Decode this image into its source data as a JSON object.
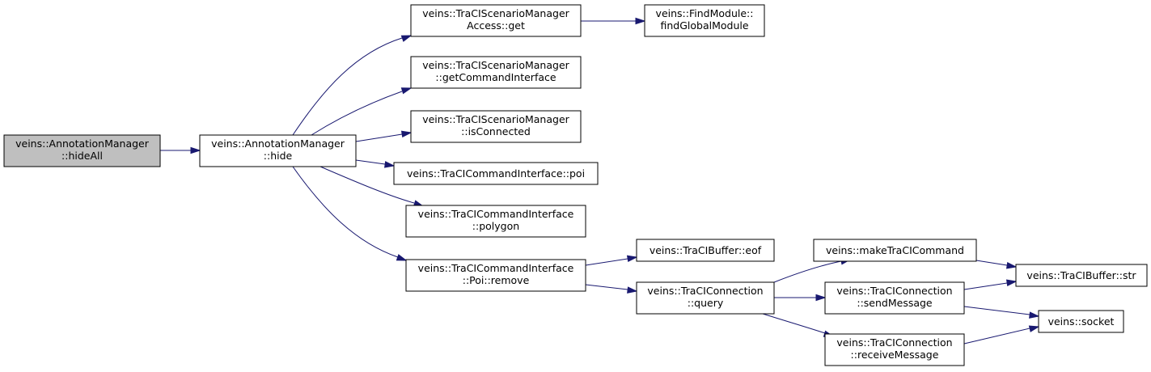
{
  "diagram": {
    "colors": {
      "edge": "#191970",
      "node_border": "#000000",
      "node_fill": "#ffffff",
      "root_fill": "#bfbfbf"
    },
    "nodes": {
      "hideAll": {
        "lines": [
          "veins::AnnotationManager",
          "::hideAll"
        ]
      },
      "hide": {
        "lines": [
          "veins::AnnotationManager",
          "::hide"
        ]
      },
      "accessGet": {
        "lines": [
          "veins::TraCIScenarioManager",
          "Access::get"
        ]
      },
      "findGlobal": {
        "lines": [
          "veins::FindModule::",
          "findGlobalModule"
        ]
      },
      "getCmdIf": {
        "lines": [
          "veins::TraCIScenarioManager",
          "::getCommandInterface"
        ]
      },
      "isConnected": {
        "lines": [
          "veins::TraCIScenarioManager",
          "::isConnected"
        ]
      },
      "poi": {
        "lines": [
          "veins::TraCICommandInterface::poi"
        ]
      },
      "polygon": {
        "lines": [
          "veins::TraCICommandInterface",
          "::polygon"
        ]
      },
      "poiRemove": {
        "lines": [
          "veins::TraCICommandInterface",
          "::Poi::remove"
        ]
      },
      "eof": {
        "lines": [
          "veins::TraCIBuffer::eof"
        ]
      },
      "query": {
        "lines": [
          "veins::TraCIConnection",
          "::query"
        ]
      },
      "makeCmd": {
        "lines": [
          "veins::makeTraCICommand"
        ]
      },
      "sendMessage": {
        "lines": [
          "veins::TraCIConnection",
          "::sendMessage"
        ]
      },
      "receiveMessage": {
        "lines": [
          "veins::TraCIConnection",
          "::receiveMessage"
        ]
      },
      "str": {
        "lines": [
          "veins::TraCIBuffer::str"
        ]
      },
      "socket": {
        "lines": [
          "veins::socket"
        ]
      }
    },
    "edges": [
      {
        "from": "hideAll",
        "to": "hide"
      },
      {
        "from": "hide",
        "to": "accessGet"
      },
      {
        "from": "accessGet",
        "to": "findGlobal"
      },
      {
        "from": "hide",
        "to": "getCmdIf"
      },
      {
        "from": "hide",
        "to": "isConnected"
      },
      {
        "from": "hide",
        "to": "poi"
      },
      {
        "from": "hide",
        "to": "polygon"
      },
      {
        "from": "hide",
        "to": "poiRemove"
      },
      {
        "from": "poiRemove",
        "to": "eof"
      },
      {
        "from": "poiRemove",
        "to": "query"
      },
      {
        "from": "query",
        "to": "makeCmd"
      },
      {
        "from": "query",
        "to": "sendMessage"
      },
      {
        "from": "query",
        "to": "receiveMessage"
      },
      {
        "from": "makeCmd",
        "to": "str"
      },
      {
        "from": "sendMessage",
        "to": "str"
      },
      {
        "from": "sendMessage",
        "to": "socket"
      },
      {
        "from": "receiveMessage",
        "to": "socket"
      }
    ]
  }
}
